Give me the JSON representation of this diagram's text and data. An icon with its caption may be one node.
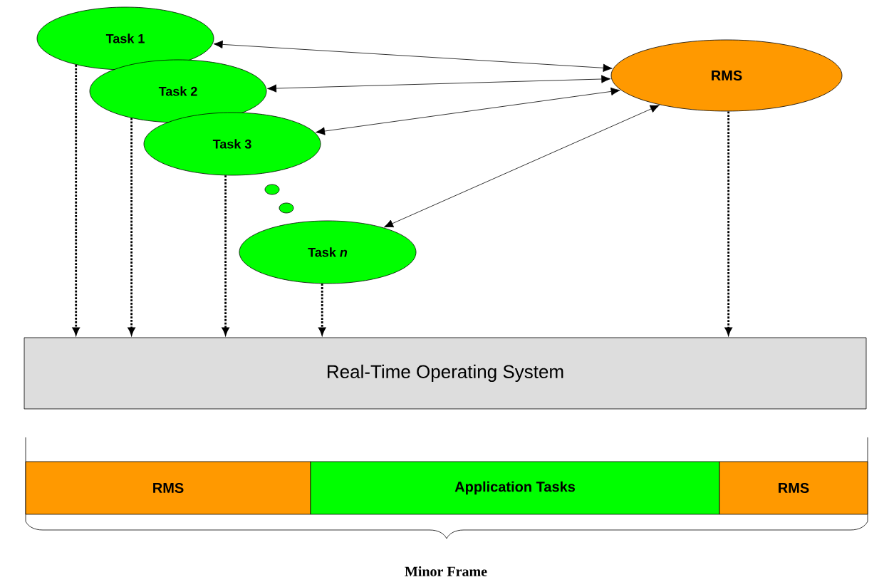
{
  "diagram": {
    "nodes": [
      {
        "text": [
          "Task 1"
        ]
      },
      {
        "text": [
          "Task 2"
        ]
      },
      {
        "text": [
          "Task 3"
        ]
      },
      {
        "text": [
          "Task *n*"
        ]
      },
      {
        "text": [
          "RMS"
        ]
      },
      {
        "text": [
          "Real-Time Operating System"
        ]
      },
      {
        "text": [
          "RMS"
        ]
      },
      {
        "text": [
          "Application Tasks"
        ]
      },
      {
        "text": [
          "RMS"
        ]
      }
    ],
    "edges": [
      {
        "from": 0,
        "to": 4,
        "arrow": "both"
      },
      {
        "from": 1,
        "to": 4,
        "arrow": "both"
      },
      {
        "from": 2,
        "to": 4,
        "arrow": "both"
      },
      {
        "from": 3,
        "to": 4,
        "arrow": "both"
      },
      {
        "from": 0,
        "to": 5,
        "arrow": "to",
        "style": "dashed"
      },
      {
        "from": 1,
        "to": 5,
        "arrow": "to",
        "style": "dashed"
      },
      {
        "from": 2,
        "to": 5,
        "arrow": "to",
        "style": "dashed"
      },
      {
        "from": 3,
        "to": 5,
        "arrow": "to",
        "style": "dashed"
      },
      {
        "from": 4,
        "to": 5,
        "arrow": "to",
        "style": "dashed"
      }
    ],
    "labels": [
      "Minor Frame"
    ]
  }
}
